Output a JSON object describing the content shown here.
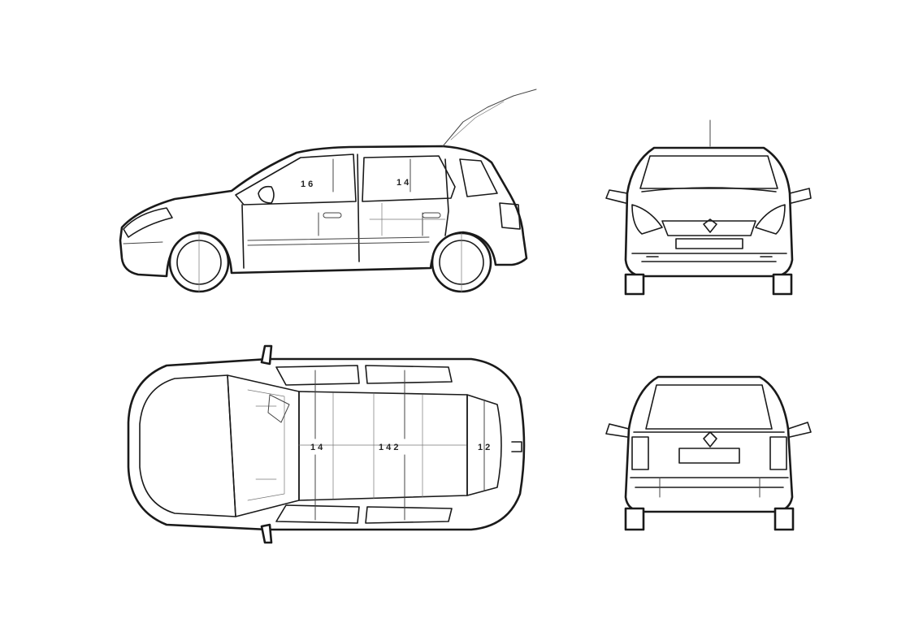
{
  "views": {
    "side": {
      "labels": [
        "1 6",
        "1 4"
      ]
    },
    "top": {
      "labels": [
        "1 4",
        "1 4 2",
        "1 2"
      ]
    },
    "front": {},
    "rear": {}
  }
}
